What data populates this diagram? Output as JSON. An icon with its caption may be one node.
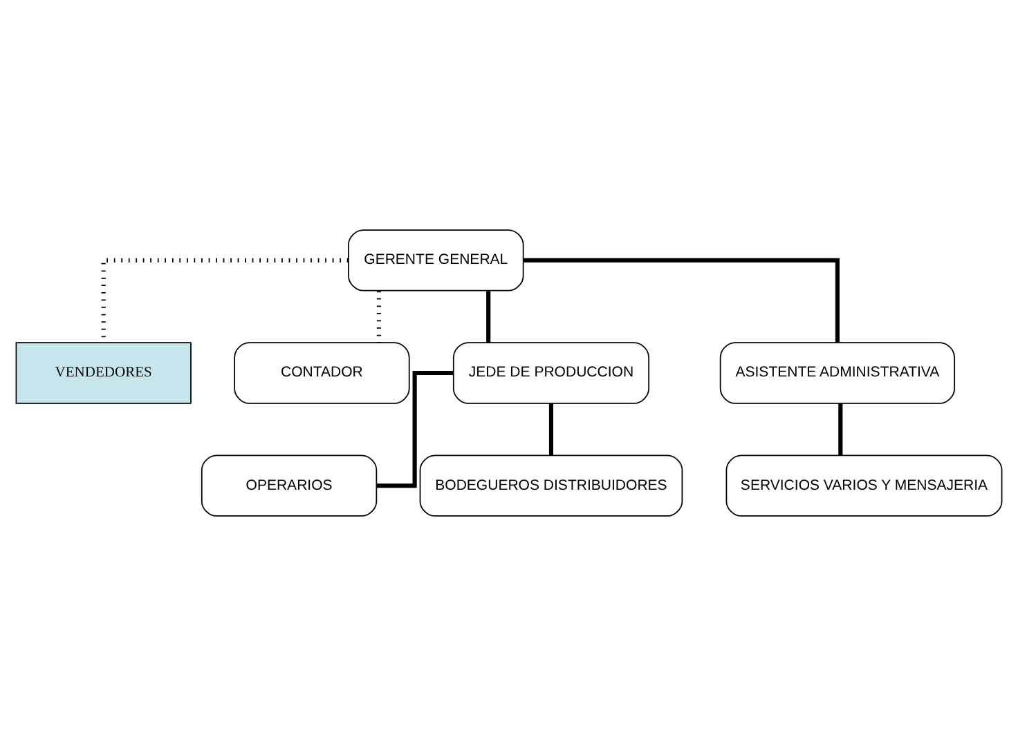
{
  "diagram": {
    "nodes": [
      {
        "text": [
          "GERENTE GENERAL"
        ]
      },
      {
        "text": [
          "VENDEDORES"
        ]
      },
      {
        "text": [
          "CONTADOR"
        ]
      },
      {
        "text": [
          "JEDE DE PRODUCCION"
        ]
      },
      {
        "text": [
          "ASISTENTE ADMINISTRATIVA"
        ]
      },
      {
        "text": [
          "OPERARIOS"
        ]
      },
      {
        "text": [
          "BODEGUEROS DISTRIBUIDORES"
        ]
      },
      {
        "text": [
          "SERVICIOS VARIOS Y MENSAJERIA"
        ]
      }
    ],
    "edges": [
      {
        "from": 0,
        "to": 1,
        "arrow": "none",
        "style": "dashed"
      },
      {
        "from": 0,
        "to": 2,
        "arrow": "none",
        "style": "dashed"
      },
      {
        "from": 0,
        "to": 3,
        "arrow": "none"
      },
      {
        "from": 0,
        "to": 4,
        "arrow": "none"
      },
      {
        "from": 3,
        "to": 5,
        "arrow": "none"
      },
      {
        "from": 3,
        "to": 6,
        "arrow": "none"
      },
      {
        "from": 4,
        "to": 7,
        "arrow": "none"
      }
    ]
  }
}
